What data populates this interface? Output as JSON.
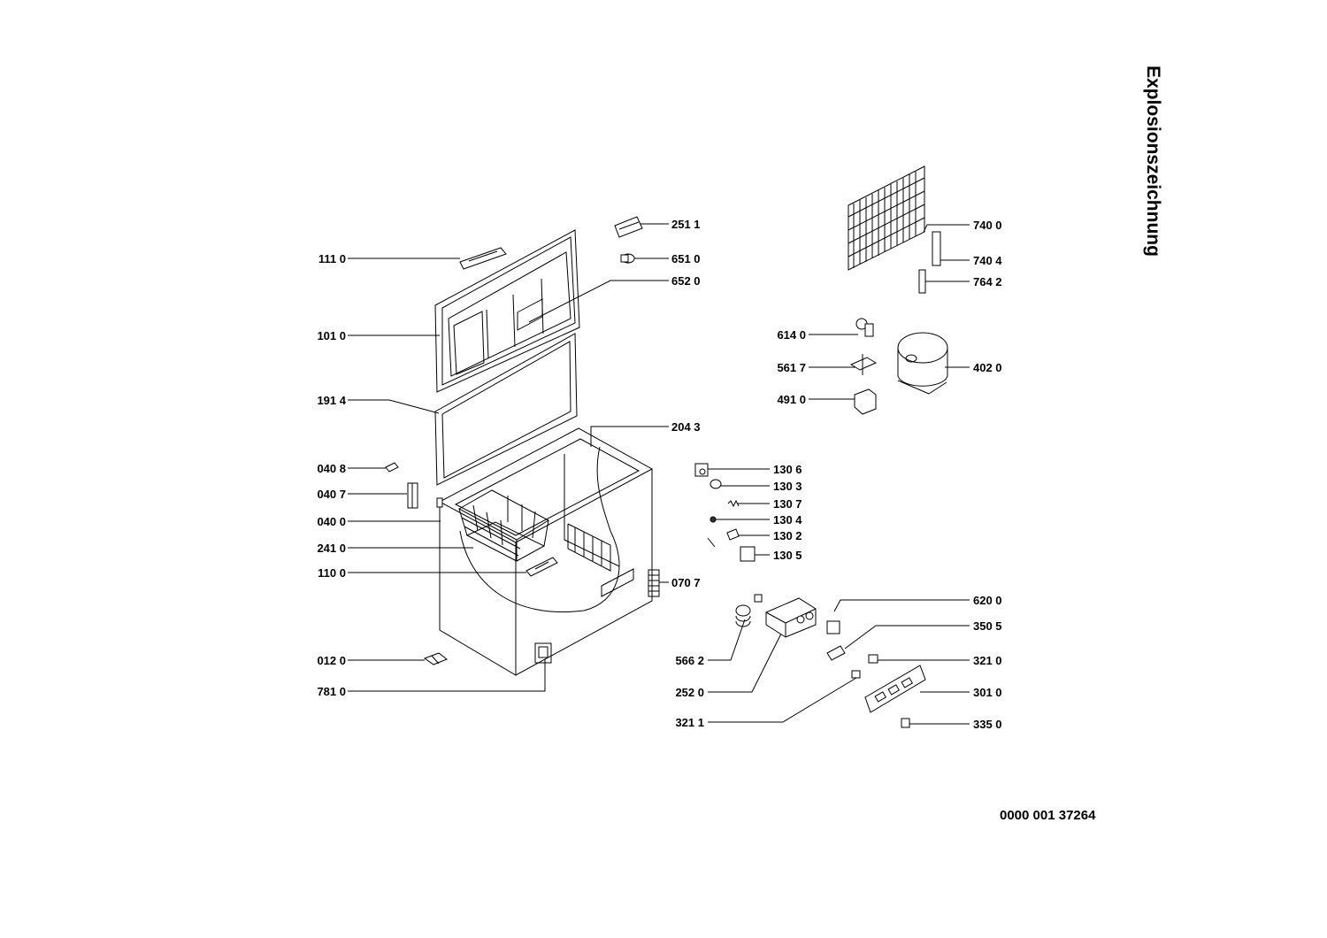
{
  "title": "Explosionszeichnung",
  "document_number": "0000 001 37264",
  "labels": {
    "l1110": "111 0",
    "l1010": "101 0",
    "l1914": "191 4",
    "l0408": "040 8",
    "l0407": "040 7",
    "l0400": "040 0",
    "l2410": "241 0",
    "l1100": "110 0",
    "l0120": "012 0",
    "l7810": "781 0",
    "l2511": "251 1",
    "l6510": "651 0",
    "l6520": "652 0",
    "l2043": "204 3",
    "l1306": "130 6",
    "l1303": "130 3",
    "l1307": "130 7",
    "l1304": "130 4",
    "l1302": "130 2",
    "l1305": "130 5",
    "l0707": "070 7",
    "l5662": "566 2",
    "l2520": "252 0",
    "l3211": "321 1",
    "l6140": "614 0",
    "l5617": "561 7",
    "l4910": "491 0",
    "l7400": "740 0",
    "l7404": "740 4",
    "l7642": "764 2",
    "l4020": "402 0",
    "l6200": "620 0",
    "l3505": "350 5",
    "l3210": "321 0",
    "l3010": "301 0",
    "l3350": "335 0"
  }
}
